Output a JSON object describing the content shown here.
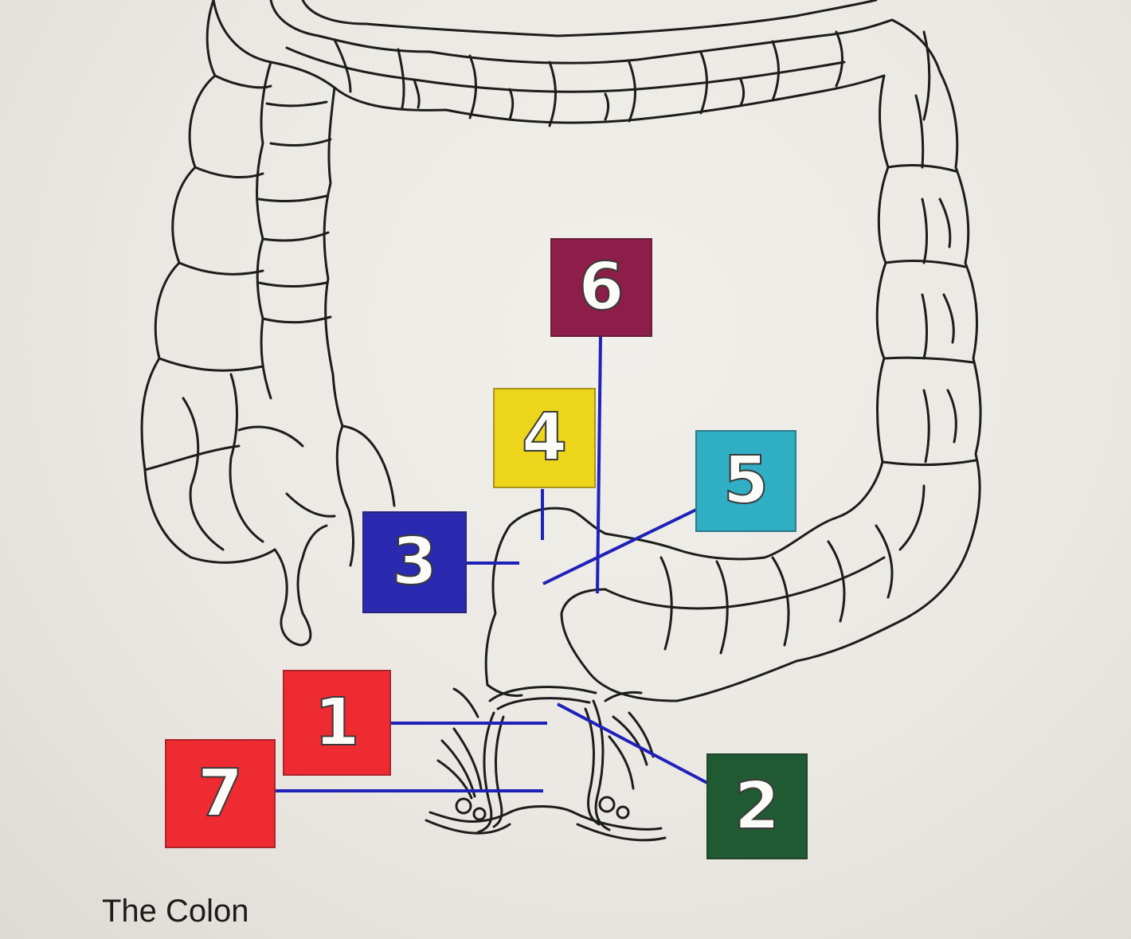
{
  "caption": "The Colon",
  "callouts": [
    {
      "id": "1",
      "label": "1",
      "color": "#ef2b32"
    },
    {
      "id": "2",
      "label": "2",
      "color": "#1f5a33"
    },
    {
      "id": "3",
      "label": "3",
      "color": "#2a2ab0"
    },
    {
      "id": "4",
      "label": "4",
      "color": "#ecd51a"
    },
    {
      "id": "5",
      "label": "5",
      "color": "#30aec3"
    },
    {
      "id": "6",
      "label": "6",
      "color": "#8c1e49"
    },
    {
      "id": "7",
      "label": "7",
      "color": "#ef2b32"
    }
  ],
  "leader_color": "#1e22b8"
}
